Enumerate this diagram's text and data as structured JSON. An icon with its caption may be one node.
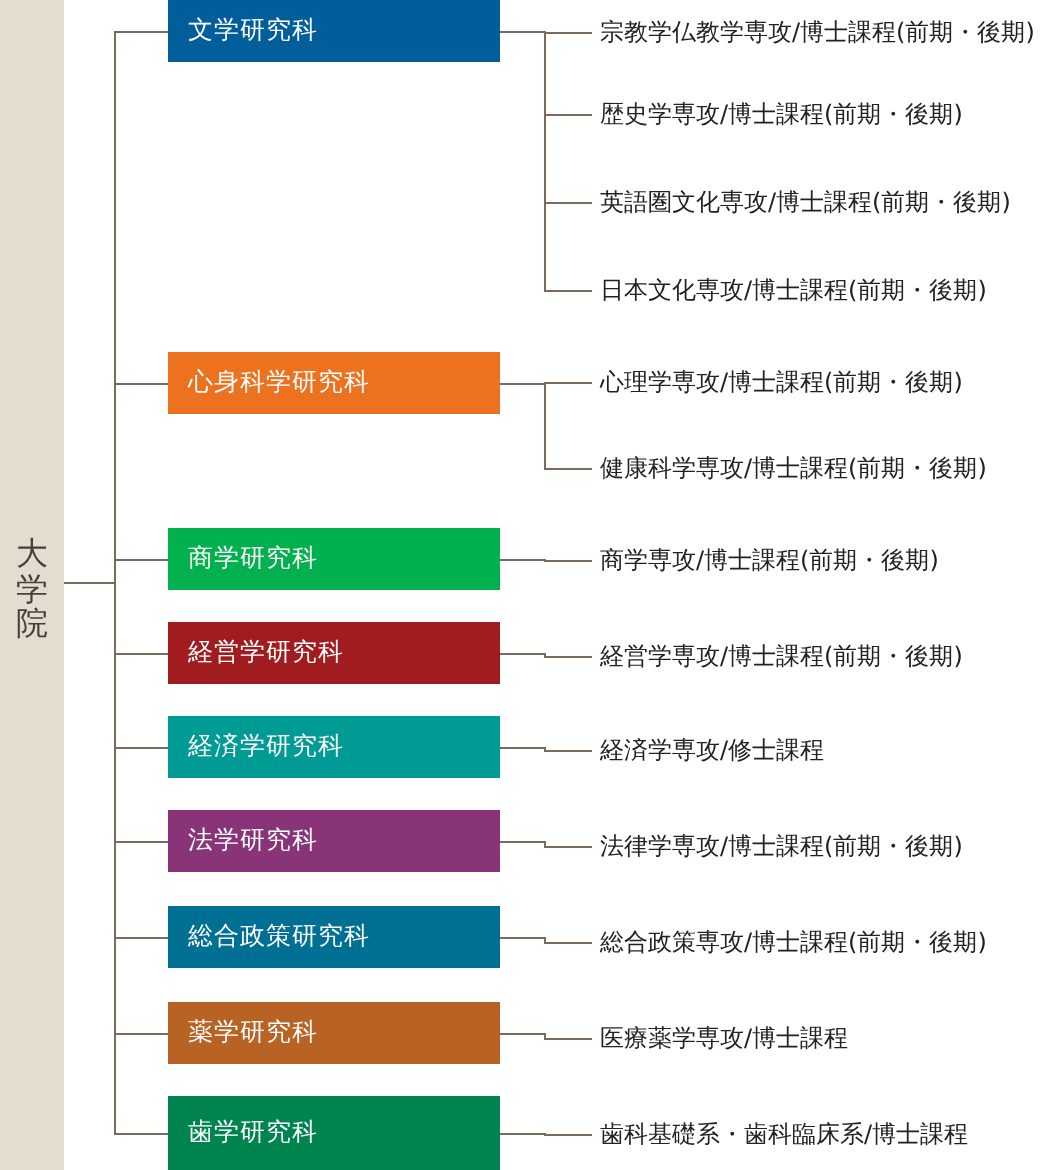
{
  "diagram": {
    "nodes": [
      {
        "text": [
          "大学院"
        ]
      },
      {
        "text": [
          "文学研究科"
        ]
      },
      {
        "text": [
          "宗教学仏教学専攻/博士課程(前期・後期)"
        ]
      },
      {
        "text": [
          "歴史学専攻/博士課程(前期・後期)"
        ]
      },
      {
        "text": [
          "英語圏文化専攻/博士課程(前期・後期)"
        ]
      },
      {
        "text": [
          "日本文化専攻/博士課程(前期・後期)"
        ]
      },
      {
        "text": [
          "心身科学研究科"
        ]
      },
      {
        "text": [
          "心理学専攻/博士課程(前期・後期)"
        ]
      },
      {
        "text": [
          "健康科学専攻/博士課程(前期・後期)"
        ]
      },
      {
        "text": [
          "商学研究科"
        ]
      },
      {
        "text": [
          "商学専攻/博士課程(前期・後期)"
        ]
      },
      {
        "text": [
          "経営学研究科"
        ]
      },
      {
        "text": [
          "経営学専攻/博士課程(前期・後期)"
        ]
      },
      {
        "text": [
          "経済学研究科"
        ]
      },
      {
        "text": [
          "経済学専攻/修士課程"
        ]
      },
      {
        "text": [
          "法学研究科"
        ]
      },
      {
        "text": [
          "法律学専攻/博士課程(前期・後期)"
        ]
      },
      {
        "text": [
          "総合政策研究科"
        ]
      },
      {
        "text": [
          "総合政策専攻/博士課程(前期・後期)"
        ]
      },
      {
        "text": [
          "薬学研究科"
        ]
      },
      {
        "text": [
          "医療薬学専攻/博士課程"
        ]
      },
      {
        "text": [
          "歯学研究科"
        ]
      },
      {
        "text": [
          "歯科基礎系・歯科臨床系/博士課程"
        ]
      }
    ],
    "edges": [
      {
        "from": 0,
        "to": 1,
        "arrow": "none"
      },
      {
        "from": 0,
        "to": 6,
        "arrow": "none"
      },
      {
        "from": 0,
        "to": 9,
        "arrow": "none"
      },
      {
        "from": 0,
        "to": 11,
        "arrow": "none"
      },
      {
        "from": 0,
        "to": 13,
        "arrow": "none"
      },
      {
        "from": 0,
        "to": 15,
        "arrow": "none"
      },
      {
        "from": 0,
        "to": 17,
        "arrow": "none"
      },
      {
        "from": 0,
        "to": 19,
        "arrow": "none"
      },
      {
        "from": 0,
        "to": 21,
        "arrow": "none"
      },
      {
        "from": 1,
        "to": 2,
        "arrow": "none"
      },
      {
        "from": 1,
        "to": 3,
        "arrow": "none"
      },
      {
        "from": 1,
        "to": 4,
        "arrow": "none"
      },
      {
        "from": 1,
        "to": 5,
        "arrow": "none"
      },
      {
        "from": 6,
        "to": 7,
        "arrow": "none"
      },
      {
        "from": 6,
        "to": 8,
        "arrow": "none"
      },
      {
        "from": 9,
        "to": 10,
        "arrow": "none"
      },
      {
        "from": 11,
        "to": 12,
        "arrow": "none"
      },
      {
        "from": 13,
        "to": 14,
        "arrow": "none"
      },
      {
        "from": 15,
        "to": 16,
        "arrow": "none"
      },
      {
        "from": 17,
        "to": 18,
        "arrow": "none"
      },
      {
        "from": 19,
        "to": 20,
        "arrow": "none"
      },
      {
        "from": 21,
        "to": 22,
        "arrow": "none"
      }
    ]
  }
}
